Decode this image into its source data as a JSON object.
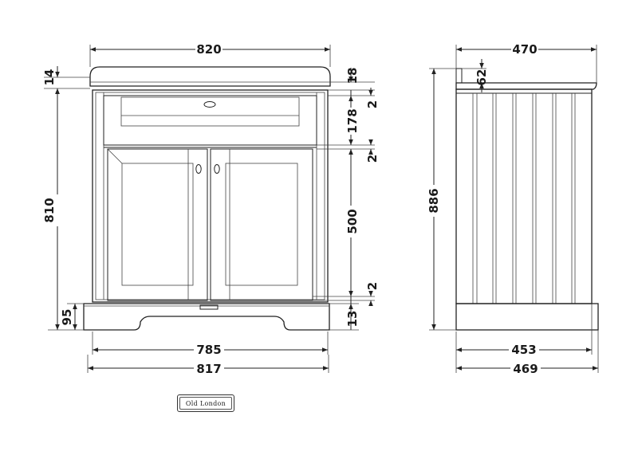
{
  "front_view": {
    "width_top": "820",
    "top_thickness": "14",
    "top_to_drawer_gap": "18",
    "drawer_gap_top": "2",
    "drawer_height": "178",
    "drawer_gap_bottom": "2",
    "door_height": "500",
    "door_gap_bottom": "2",
    "plinth_gap": "13",
    "carcass_height": "810",
    "plinth_height": "95",
    "width_inner": "785",
    "width_outer": "817"
  },
  "side_view": {
    "depth_top": "470",
    "upstand": "62",
    "overall_height": "886",
    "depth_inner": "453",
    "depth_outer": "469"
  },
  "logo": {
    "text": "Old London"
  }
}
